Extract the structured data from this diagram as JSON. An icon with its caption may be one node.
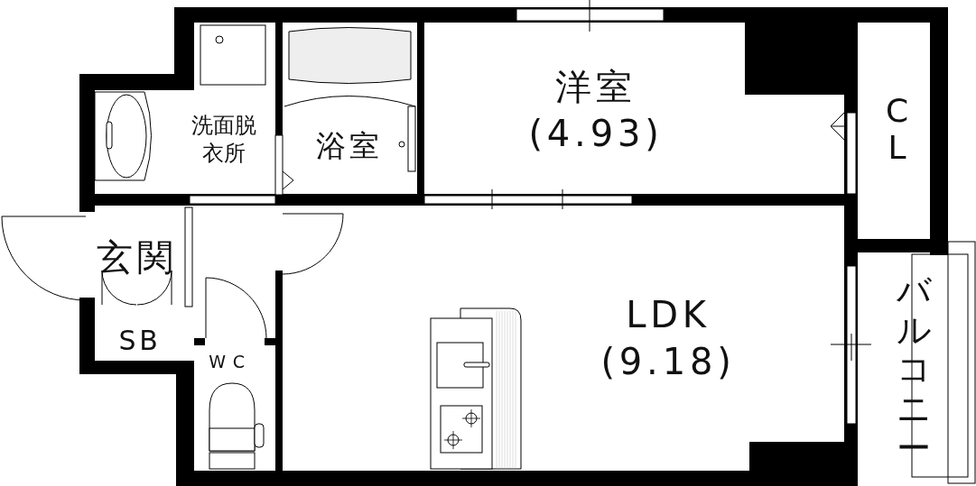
{
  "diagram": {
    "nodes": [
      {
        "text": [
          "洗面脱衣所"
        ]
      },
      {
        "text": [
          "浴室"
        ]
      },
      {
        "text": [
          "洋室",
          "(4.93)"
        ]
      },
      {
        "text": [
          "CL"
        ]
      },
      {
        "text": [
          "玄関"
        ]
      },
      {
        "text": [
          "LDK",
          "(9.18)"
        ]
      },
      {
        "text": [
          "SB"
        ]
      },
      {
        "text": [
          "WC"
        ]
      },
      {
        "text": [
          "バルコニー"
        ]
      }
    ]
  }
}
